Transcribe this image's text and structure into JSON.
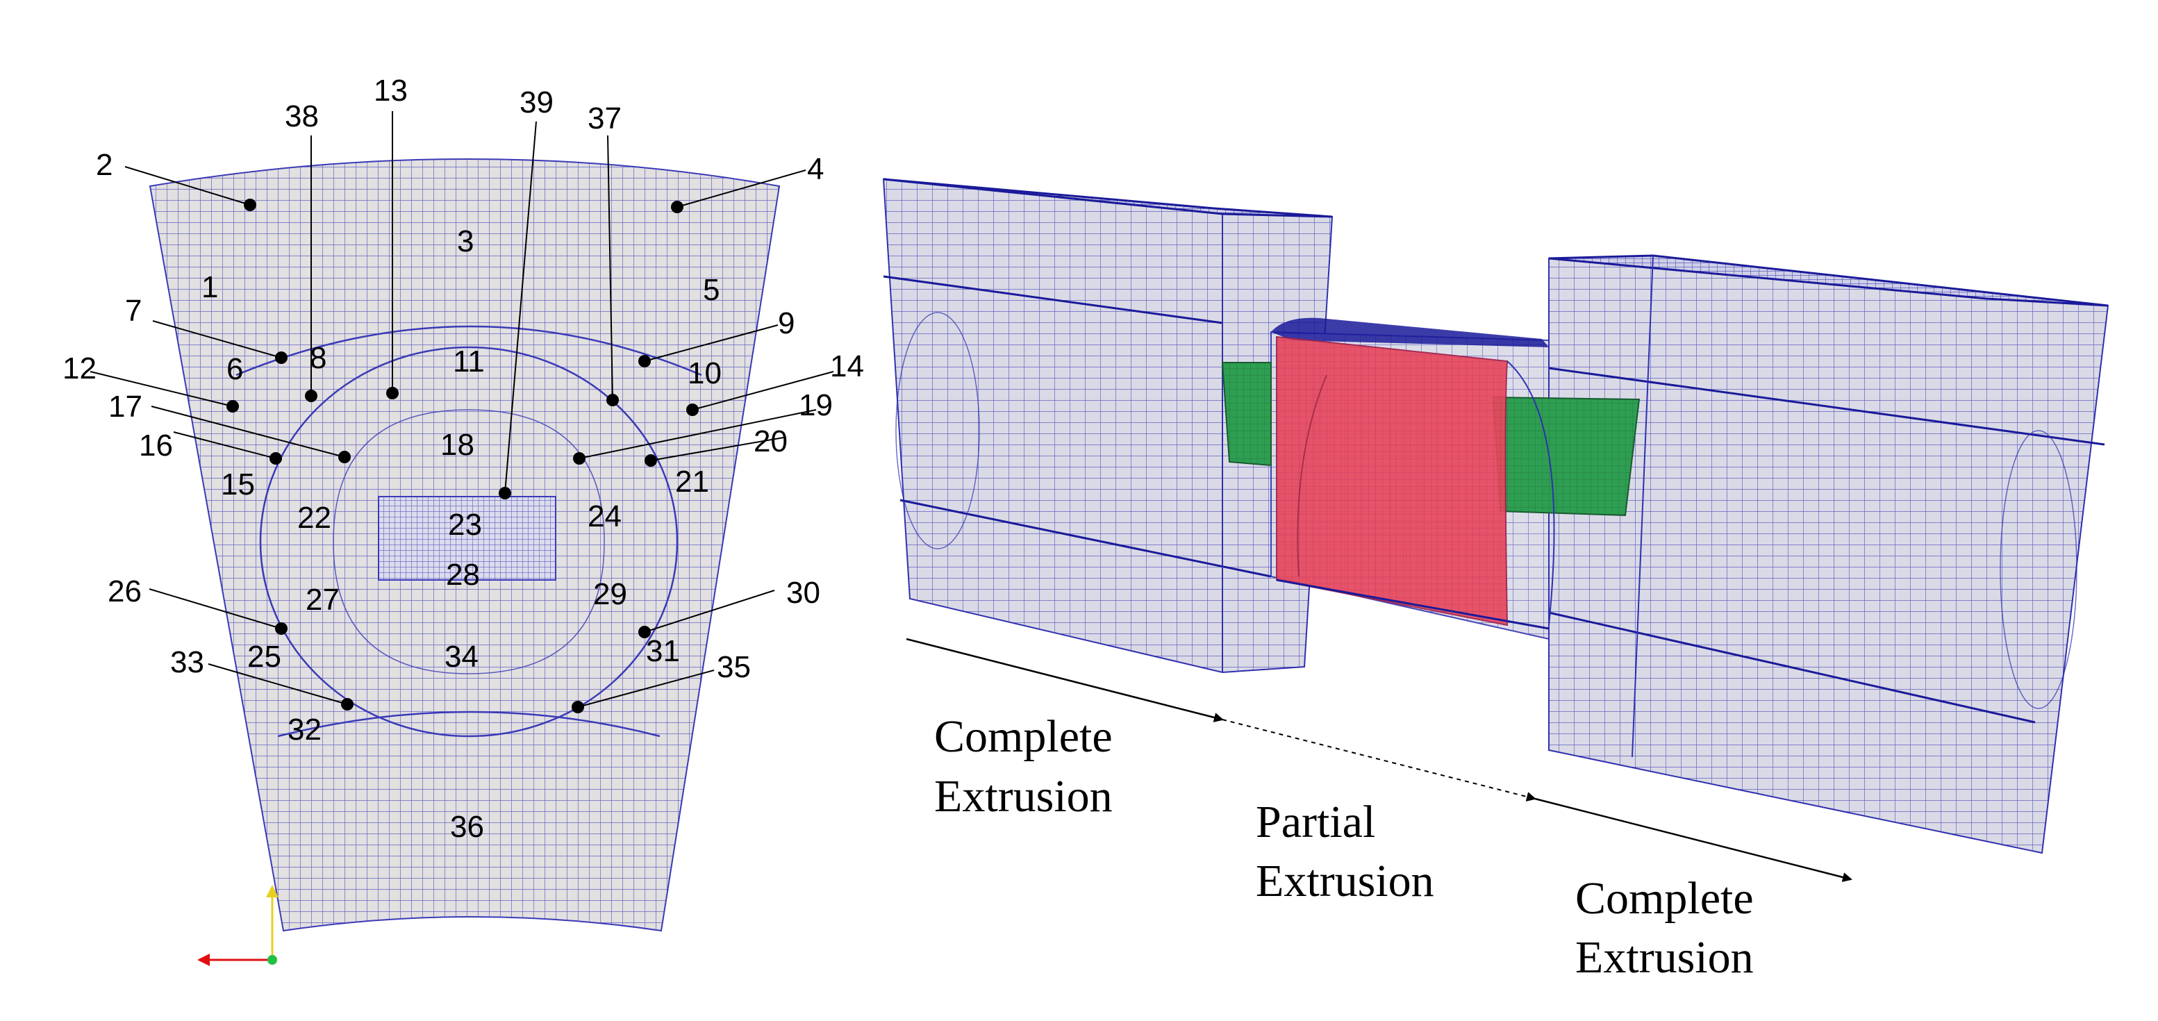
{
  "mesh_regions": [
    {
      "id": "1",
      "text": "1"
    },
    {
      "id": "2",
      "text": "2"
    },
    {
      "id": "3",
      "text": "3"
    },
    {
      "id": "4",
      "text": "4"
    },
    {
      "id": "5",
      "text": "5"
    },
    {
      "id": "6",
      "text": "6"
    },
    {
      "id": "7",
      "text": "7"
    },
    {
      "id": "8",
      "text": "8"
    },
    {
      "id": "9",
      "text": "9"
    },
    {
      "id": "10",
      "text": "10"
    },
    {
      "id": "11",
      "text": "11"
    },
    {
      "id": "12",
      "text": "12"
    },
    {
      "id": "13",
      "text": "13"
    },
    {
      "id": "14",
      "text": "14"
    },
    {
      "id": "15",
      "text": "15"
    },
    {
      "id": "16",
      "text": "16"
    },
    {
      "id": "17",
      "text": "17"
    },
    {
      "id": "18",
      "text": "18"
    },
    {
      "id": "19",
      "text": "19"
    },
    {
      "id": "20",
      "text": "20"
    },
    {
      "id": "21",
      "text": "21"
    },
    {
      "id": "22",
      "text": "22"
    },
    {
      "id": "23",
      "text": "23"
    },
    {
      "id": "24",
      "text": "24"
    },
    {
      "id": "25",
      "text": "25"
    },
    {
      "id": "26",
      "text": "26"
    },
    {
      "id": "27",
      "text": "27"
    },
    {
      "id": "28",
      "text": "28"
    },
    {
      "id": "29",
      "text": "29"
    },
    {
      "id": "30",
      "text": "30"
    },
    {
      "id": "31",
      "text": "31"
    },
    {
      "id": "32",
      "text": "32"
    },
    {
      "id": "33",
      "text": "33"
    },
    {
      "id": "34",
      "text": "34"
    },
    {
      "id": "35",
      "text": "35"
    },
    {
      "id": "36",
      "text": "36"
    },
    {
      "id": "37",
      "text": "37"
    },
    {
      "id": "38",
      "text": "38"
    },
    {
      "id": "39",
      "text": "39"
    }
  ],
  "extrusion_labels": {
    "left_line1": "Complete",
    "left_line2": "Extrusion",
    "middle_line1": "Partial",
    "middle_line2": "Extrusion",
    "right_line1": "Complete",
    "right_line2": "Extrusion"
  },
  "colors": {
    "mesh_line": "#3a3ab8",
    "mesh_fill": "#e4e2e0",
    "edge_dark_blue": "#1a1a9a",
    "partial_region": "#e8485e",
    "side_green": "#2e9e52",
    "axis_x": "#e01010",
    "axis_y": "#e8d020",
    "axis_origin": "#20c040"
  }
}
